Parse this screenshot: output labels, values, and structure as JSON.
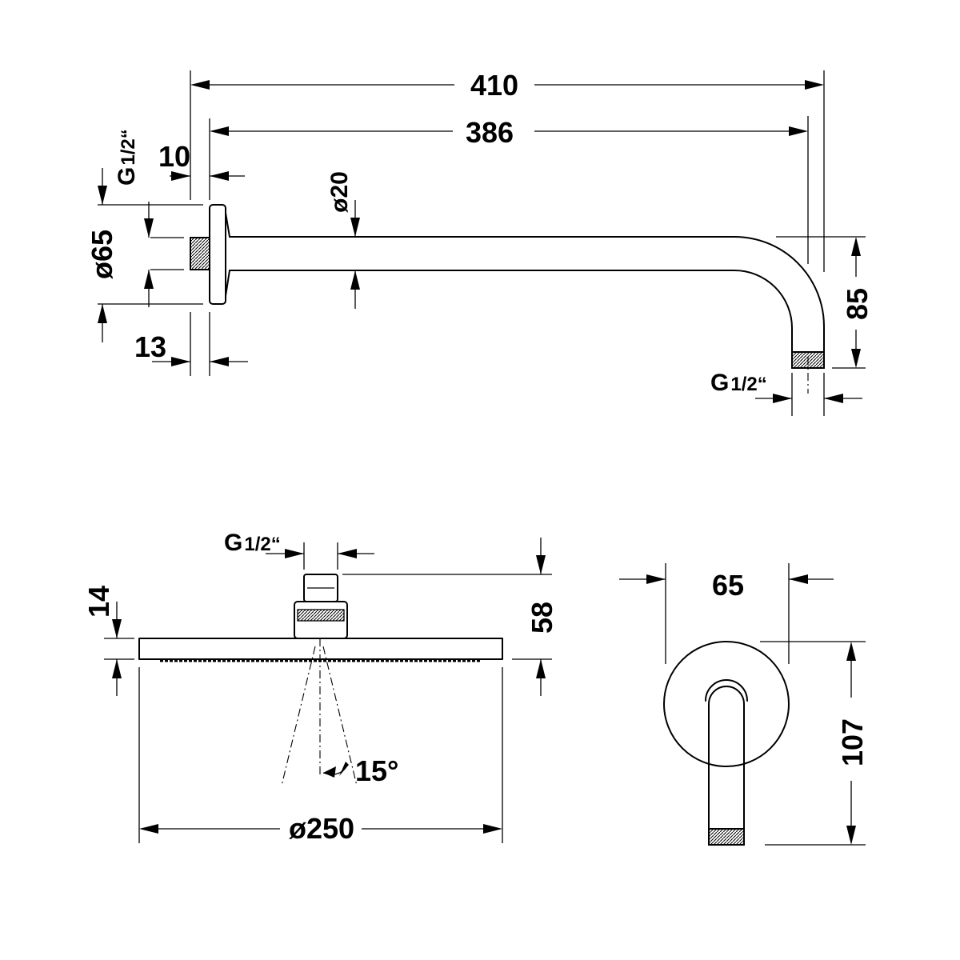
{
  "side_view": {
    "length_overall": "410",
    "length_arm": "386",
    "flange_depth": "10",
    "flange_thickness": "13",
    "flange_diameter": "ø65",
    "pipe_diameter": "ø20",
    "drop_height": "85",
    "inlet_thread_g": "G",
    "inlet_thread_size": "1/2“",
    "outlet_thread_g": "G",
    "outlet_thread_size": "1/2“"
  },
  "head_view": {
    "thread_g": "G",
    "thread_size": "1/2“",
    "plate_thickness": "14",
    "total_height": "58",
    "spray_angle": "15°",
    "head_diameter": "ø250"
  },
  "front_view": {
    "rosette_width": "65",
    "total_height": "107"
  }
}
